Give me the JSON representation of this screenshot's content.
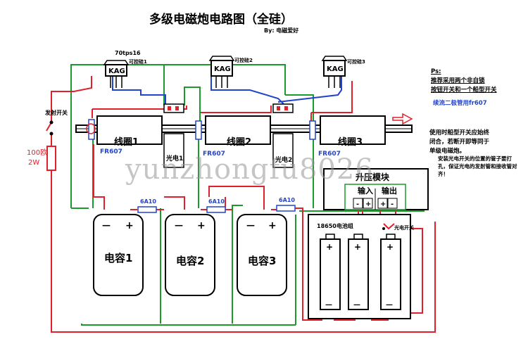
{
  "title": "多级电磁炮电路图（全硅）",
  "author": "By: 电磁爱好",
  "scr_labels": [
    "可控硅1",
    "可控硅2",
    "可控硅3"
  ],
  "scr_package": "KAG",
  "scr_model": "70tps16",
  "coil_labels": [
    "线圈1",
    "线圈2",
    "线圈3"
  ],
  "diode_labels": [
    "FR607",
    "FR607",
    "FR607"
  ],
  "photo_labels": [
    "光电1",
    "光电2"
  ],
  "fuse_labels": [
    "6A10",
    "6A10",
    "6A10"
  ],
  "cap_labels": [
    "电容1",
    "电容2",
    "电容3"
  ],
  "cap_minus": "—",
  "cap_plus": "+",
  "launch_switch": "发射开关",
  "resistor_value": "100欧",
  "resistor_power": "2W",
  "booster": {
    "title": "升压模块",
    "input": "输入",
    "output": "输出",
    "pins": [
      "-",
      "+",
      "+",
      "-"
    ]
  },
  "battery_group": "18650电池组",
  "battery_plus": "+",
  "battery_minus": "—",
  "photo_switch": "光电开关",
  "notes": {
    "ps": "Ps:",
    "line1": "推荐采用两个非自锁",
    "line2": "按钮开关和一个船型开关",
    "line3": "续流二极管用fr607",
    "line4": "使用时船型开关应始终",
    "line5": "闭合，若断开即等同于",
    "line6": "单级电磁炮。",
    "line7": "安装光电开关的位置的管子要打",
    "line8": "孔，保证光电的发射管和接收管对",
    "line9": "齐！"
  },
  "watermark": "yunzhongfu8026"
}
